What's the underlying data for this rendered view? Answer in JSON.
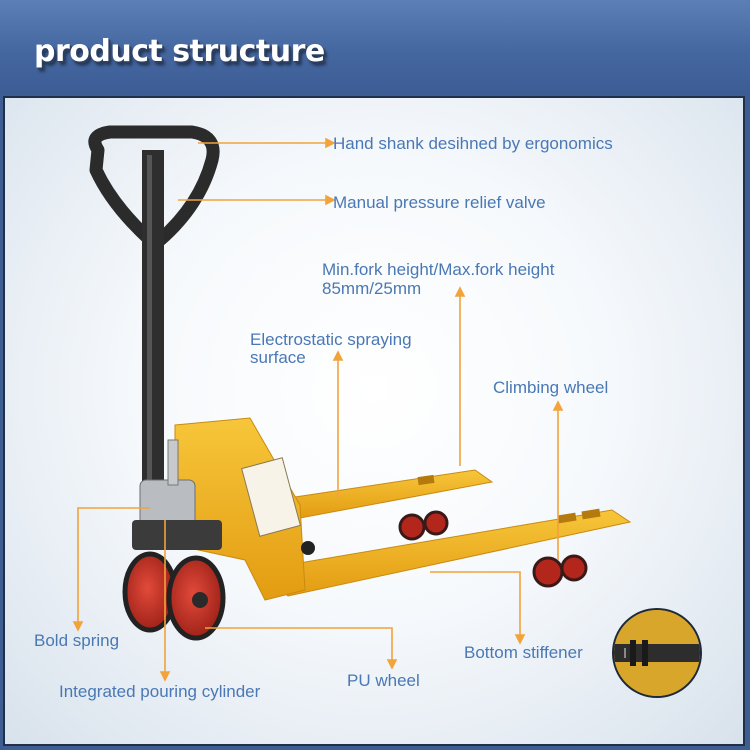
{
  "header": {
    "title": "product structure"
  },
  "labels": {
    "hand_shank": "Hand shank desihned by ergonomics",
    "relief_valve": "Manual pressure relief valve",
    "fork_height_title": "Min.fork height/Max.fork height",
    "fork_height_values": "85mm/25mm",
    "spraying_line1": "Electrostatic spraying",
    "spraying_line2": "surface",
    "climbing_wheel": "Climbing wheel",
    "bold_spring": "Bold spring",
    "pu_wheel": "PU wheel",
    "bottom_stiffener": "Bottom stiffener",
    "pouring_cylinder": "Integrated pouring cylinder"
  },
  "colors": {
    "header_bg": "#4a6da6",
    "label_text": "#4a78b5",
    "leader_line": "#f2a33a",
    "fork_yellow": "#f3b51c",
    "wheel_red": "#c0392b"
  }
}
